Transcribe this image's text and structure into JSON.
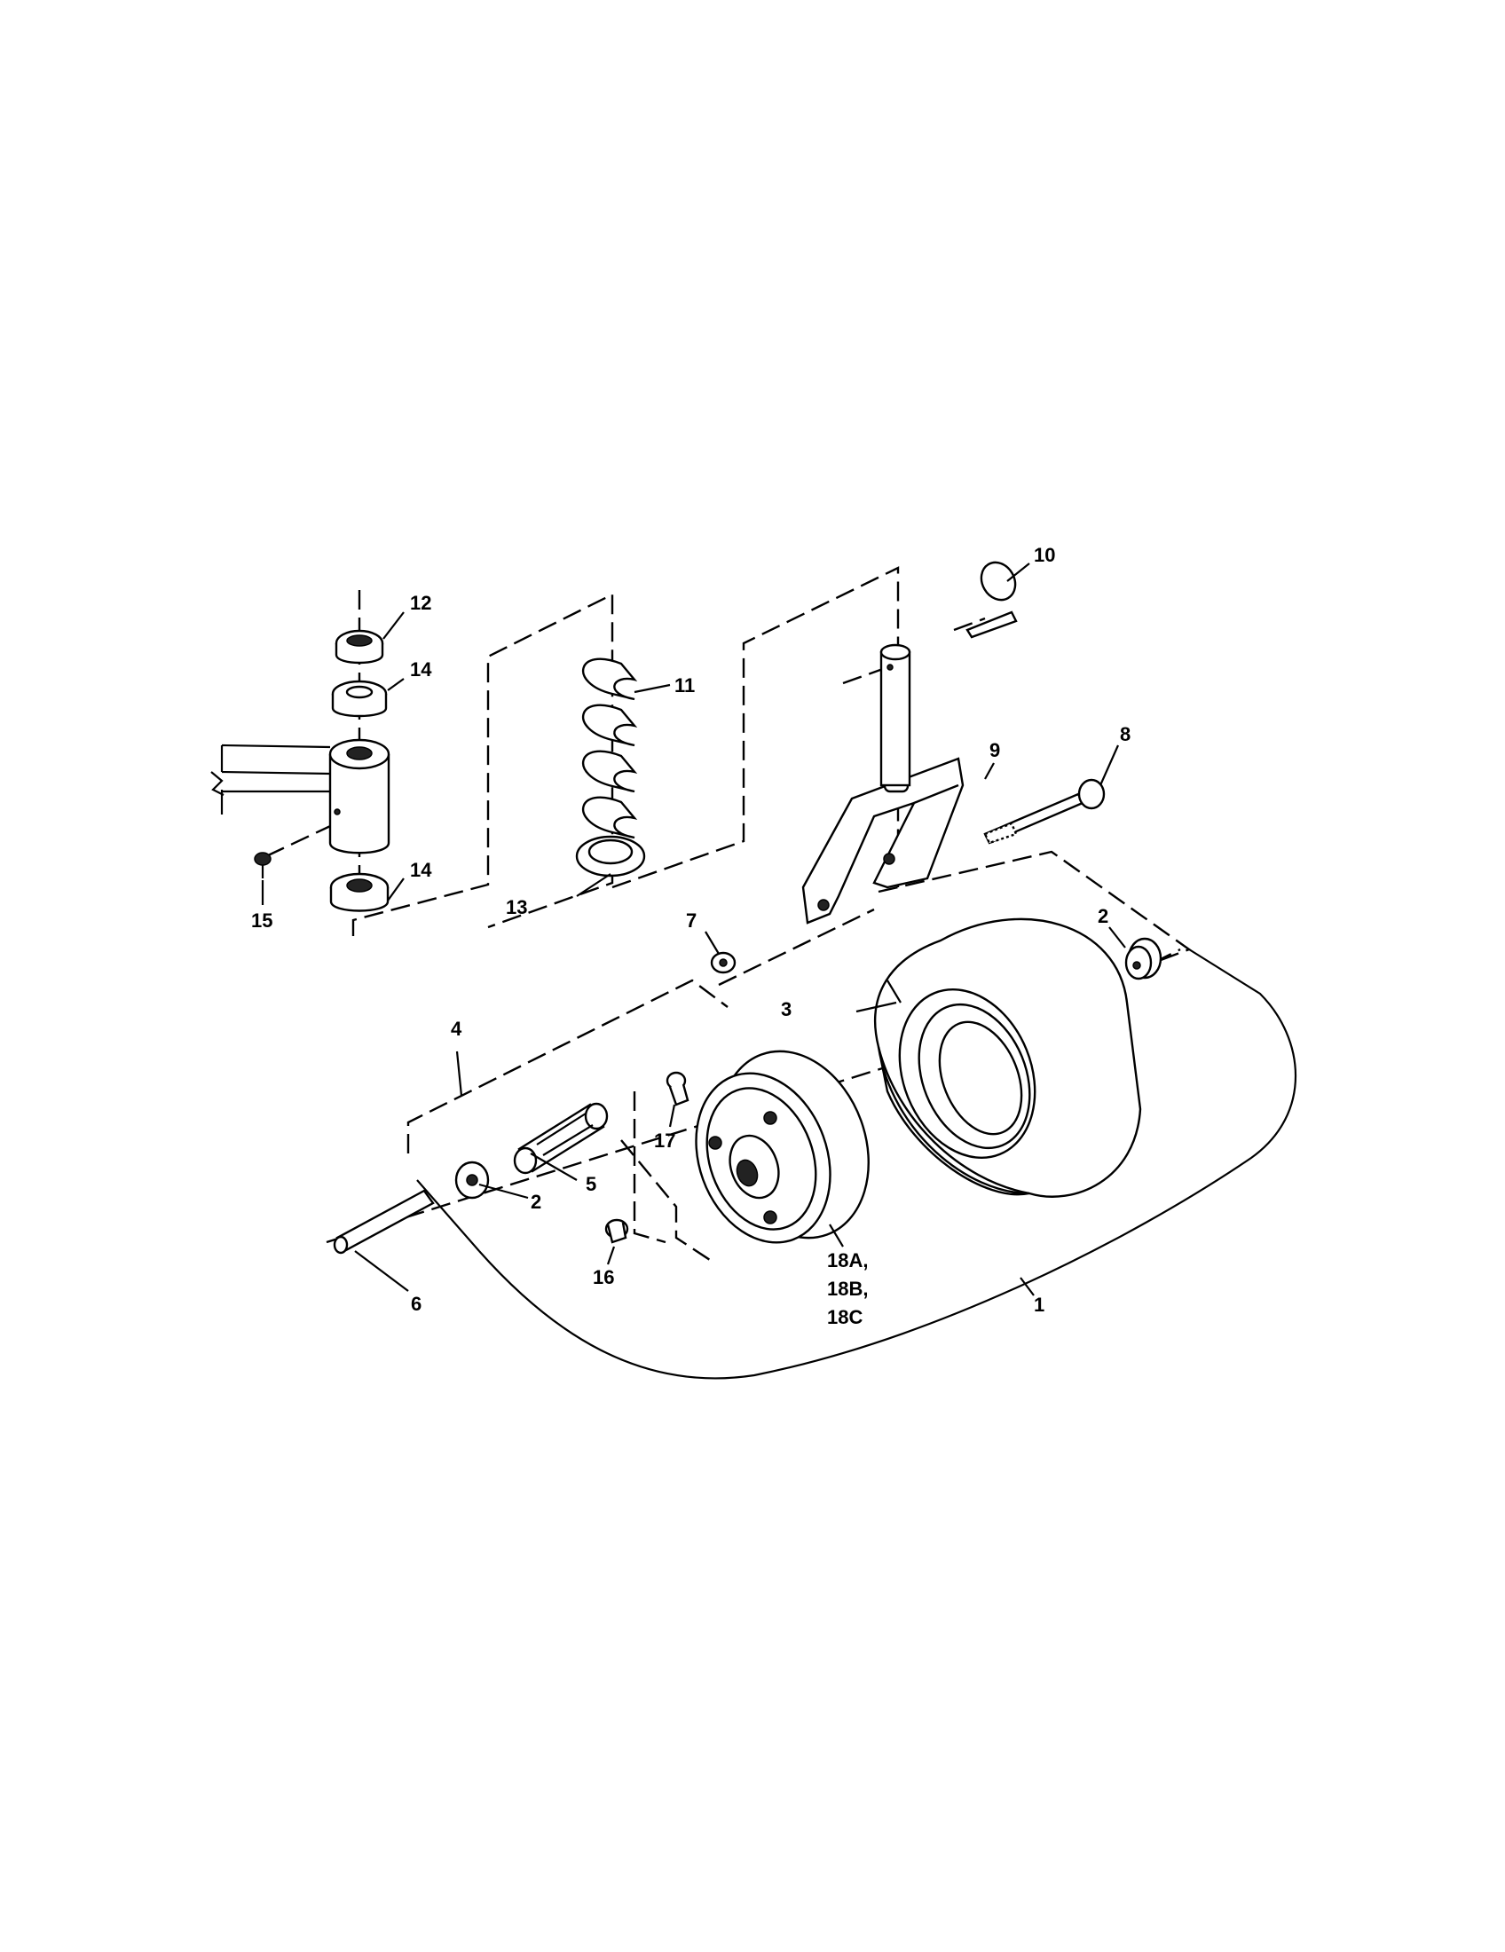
{
  "labels": {
    "l1": "1",
    "l2a": "2",
    "l2b": "2",
    "l3": "3",
    "l4": "4",
    "l5": "5",
    "l6": "6",
    "l7": "7",
    "l8": "8",
    "l9": "9",
    "l10": "10",
    "l11": "11",
    "l12": "12",
    "l13": "13",
    "l14a": "14",
    "l14b": "14",
    "l15": "15",
    "l16": "16",
    "l17": "17",
    "l18": [
      "18A,",
      "18B,",
      "18C"
    ]
  }
}
